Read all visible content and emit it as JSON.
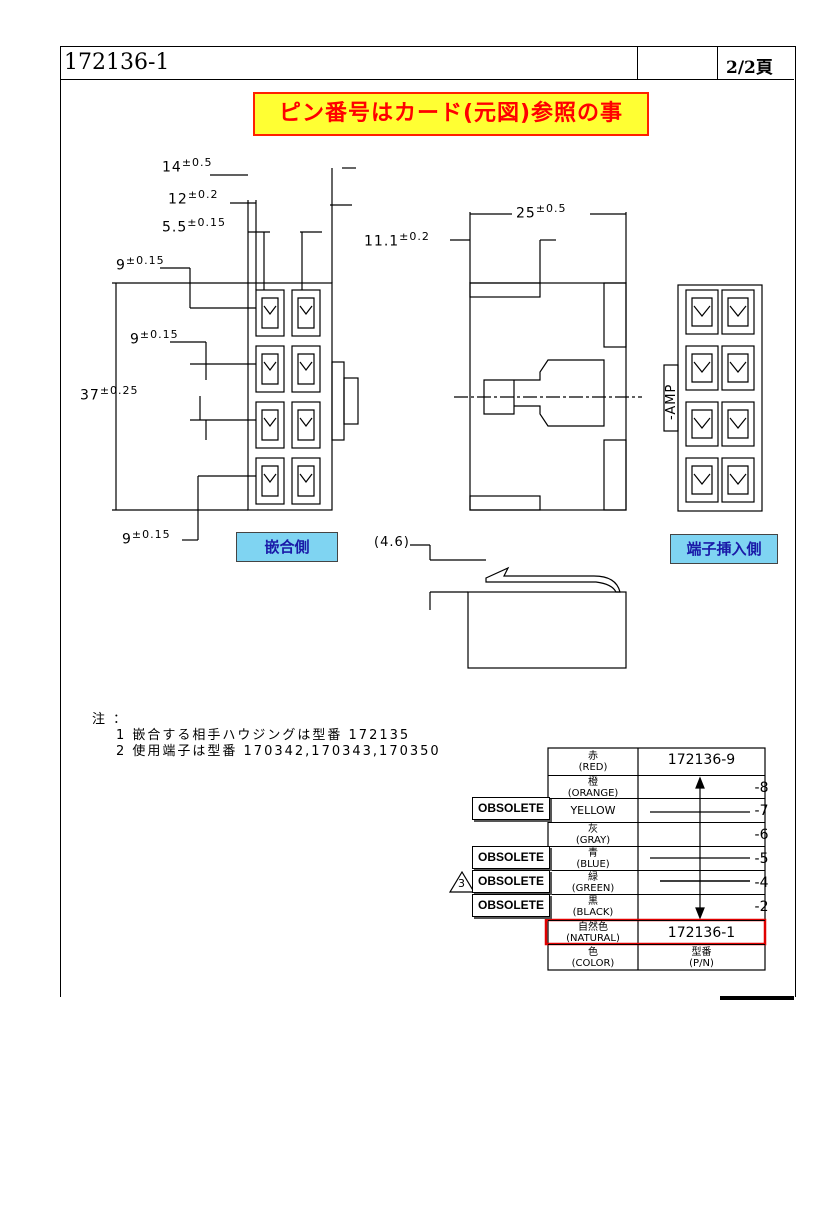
{
  "header": {
    "part_number": "172136-1",
    "page": "2/2頁"
  },
  "banner": {
    "text": "ピン番号はカード(元図)参照の事"
  },
  "labels": {
    "mating_side": "嵌合側",
    "terminal_side": "端子挿入側",
    "amp_marking": "-AMP"
  },
  "dimensions": {
    "d14": {
      "val": "14",
      "tol": "±0.5"
    },
    "d12": {
      "val": "12",
      "tol": "±0.2"
    },
    "d55": {
      "val": "5.5",
      "tol": "±0.15"
    },
    "d9a": {
      "val": "9",
      "tol": "±0.15"
    },
    "d9b": {
      "val": "9",
      "tol": "±0.15"
    },
    "d37": {
      "val": "37",
      "tol": "±0.25"
    },
    "d9c": {
      "val": "9",
      "tol": "±0.15"
    },
    "d25": {
      "val": "25",
      "tol": "±0.5"
    },
    "d111": {
      "val": "11.1",
      "tol": "±0.2"
    },
    "d46": {
      "val": "(4.6)"
    }
  },
  "notes": {
    "heading": "注 ：",
    "line1": "1 嵌合する相手ハウジングは型番 172135",
    "line2": "2 使用端子は型番 170342,170343,170350"
  },
  "revision_mark": "3",
  "color_table": {
    "rows": [
      {
        "color_jp": "赤",
        "color_en": "(RED)",
        "pn": "172136-9"
      },
      {
        "color_jp": "橙",
        "color_en": "(ORANGE)",
        "pn": "-8"
      },
      {
        "color_jp": "",
        "color_en": "YELLOW",
        "pn": "-7",
        "obsolete": "OBSOLETE"
      },
      {
        "color_jp": "灰",
        "color_en": "(GRAY)",
        "pn": "-6"
      },
      {
        "color_jp": "青",
        "color_en": "(BLUE)",
        "pn": "-5",
        "obsolete": "OBSOLETE"
      },
      {
        "color_jp": "緑",
        "color_en": "(GREEN)",
        "pn": "-4",
        "obsolete": "OBSOLETE"
      },
      {
        "color_jp": "黒",
        "color_en": "(BLACK)",
        "pn": "-2",
        "obsolete": "OBSOLETE"
      },
      {
        "color_jp": "自然色",
        "color_en": "(NATURAL)",
        "pn": "172136-1"
      },
      {
        "color_jp": "色",
        "color_en": "(COLOR)",
        "pn_jp": "型番",
        "pn": "(P/N)"
      }
    ]
  },
  "colors": {
    "highlight": "#e00000",
    "banner_bg": "#ffff33",
    "banner_text": "#ff0000",
    "label_bg": "#7fd4f2"
  }
}
